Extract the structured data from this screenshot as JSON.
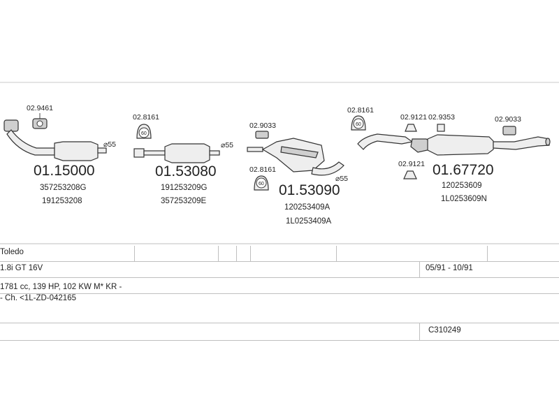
{
  "parts": {
    "p1": {
      "clamp_code": "02.9461",
      "part_no": "01.15000",
      "ref1": "357253208G",
      "ref2": "191253208",
      "dia": "⌀55"
    },
    "p2": {
      "clamp_code": "02.8161",
      "part_no": "01.53080",
      "ref1": "191253209G",
      "ref2": "357253209E",
      "dia": "⌀55"
    },
    "p3": {
      "clamp_code_top": "02.9033",
      "clamp_code_bottom": "02.8161",
      "part_no": "01.53090",
      "ref1": "120253409A",
      "ref2": "1L0253409A",
      "dia": "⌀55"
    },
    "p4": {
      "clamp_code_1": "02.8161",
      "clamp_code_2": "02.9121",
      "clamp_code_3": "02.9353",
      "clamp_code_4": "02.9033",
      "clamp_code_5": "02.9121",
      "part_no": "01.67720",
      "ref1": "120253609",
      "ref2": "1L0253609N"
    }
  },
  "hanger_label": "60",
  "table": {
    "model": "Toledo",
    "engine": "1.8i GT 16V",
    "period": "05/91 - 10/91",
    "spec": "1781 cc, 139 HP, 102 KW M* KR -",
    "chassis": "- Ch. <1L-ZD-042165",
    "catalog_no": "C310249"
  },
  "colors": {
    "line": "#333333",
    "table_line": "#bfbfbf"
  }
}
